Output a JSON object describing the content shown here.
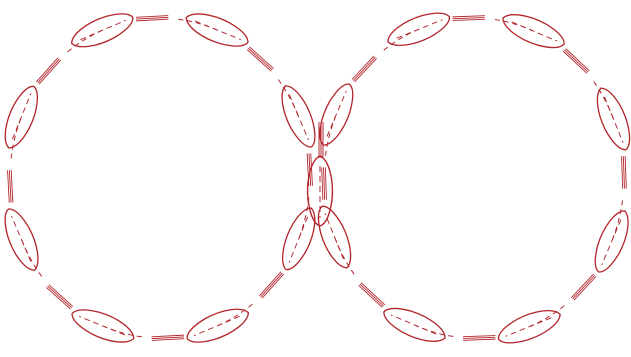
{
  "diagram": {
    "description_type": "decorative-line-art",
    "colors": {
      "ink": "#b3262c",
      "background": "#ffffff"
    },
    "rings": [
      {
        "name": "left-ring",
        "segments": 8
      },
      {
        "name": "right-ring",
        "segments": 8
      }
    ],
    "element_shapes": [
      "pod",
      "stem",
      "dashed-connector"
    ]
  }
}
